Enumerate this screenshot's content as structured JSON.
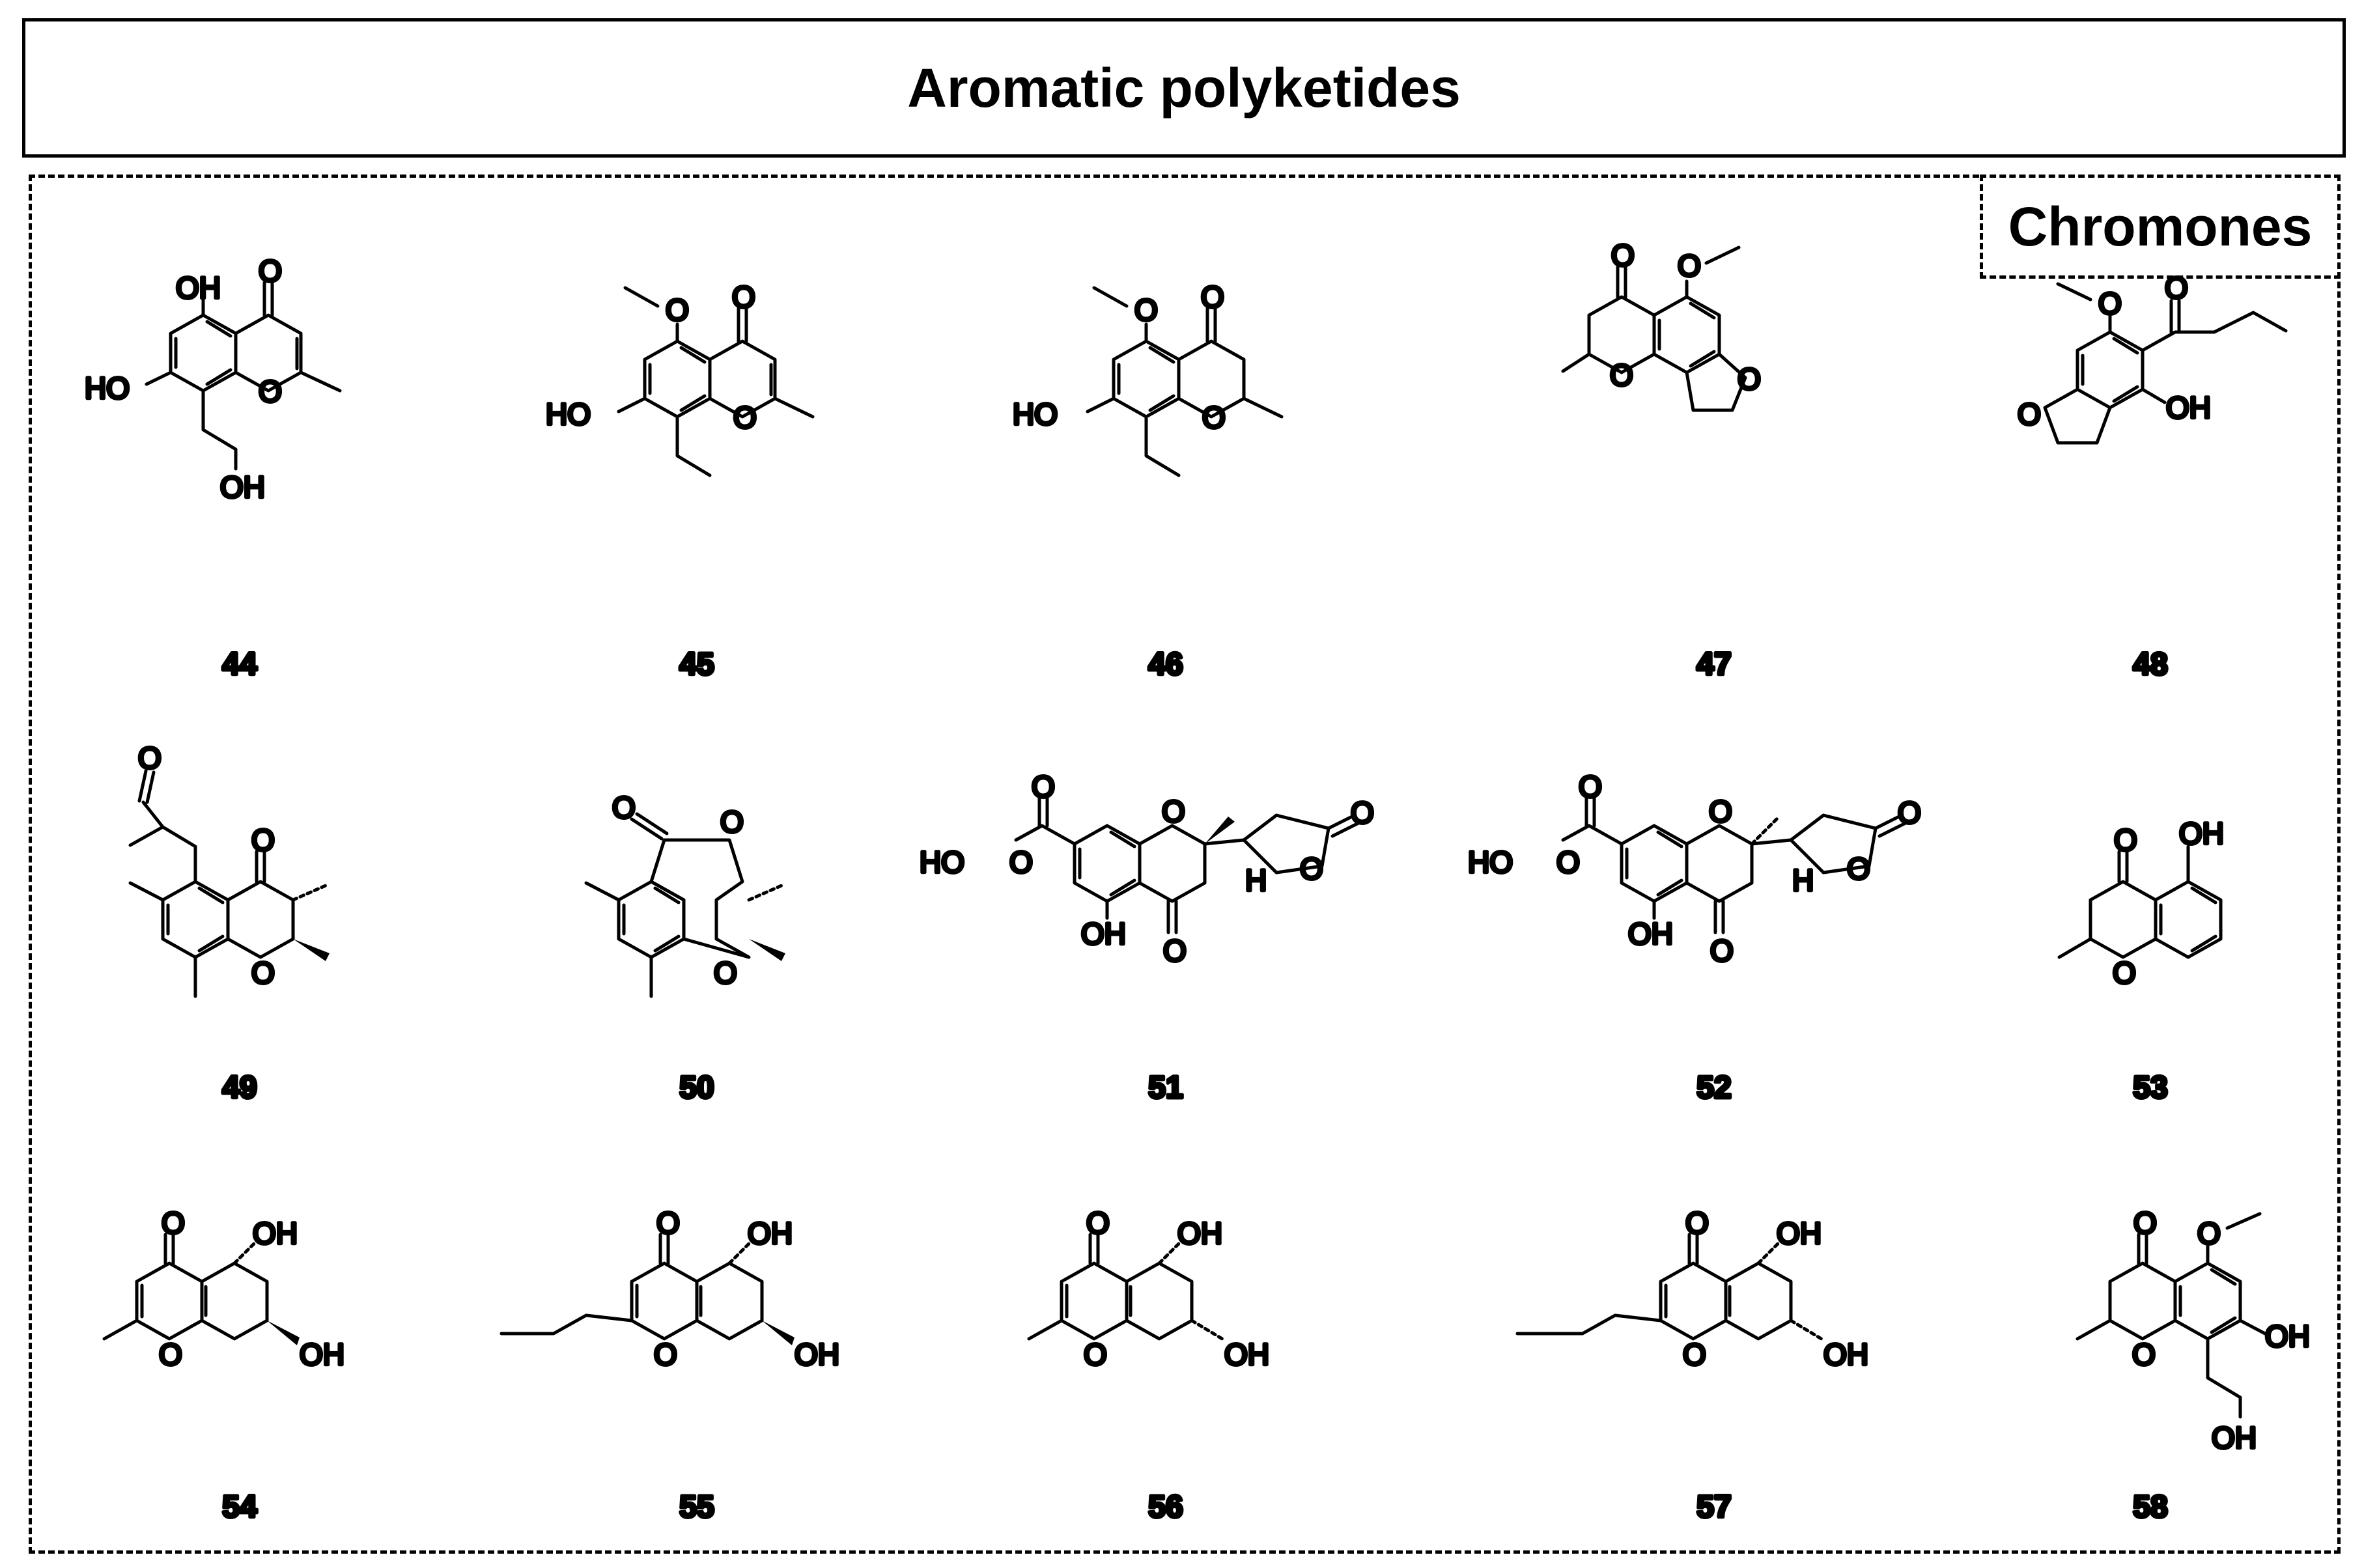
{
  "title": "Aromatic polyketides",
  "section_label": "Chromones",
  "compounds": [
    {
      "id": "44",
      "labels": [
        "OH",
        "O",
        "HO",
        "O",
        "OH"
      ]
    },
    {
      "id": "45",
      "labels": [
        "O",
        "O",
        "HO",
        "O"
      ]
    },
    {
      "id": "46",
      "labels": [
        "O",
        "O",
        "HO",
        "O"
      ]
    },
    {
      "id": "47",
      "labels": [
        "O",
        "O",
        "O",
        "O"
      ]
    },
    {
      "id": "48",
      "labels": [
        "O",
        "O",
        "OH",
        "O"
      ]
    },
    {
      "id": "49",
      "labels": [
        "O",
        "O",
        "O"
      ]
    },
    {
      "id": "50",
      "labels": [
        "O",
        "O",
        "O"
      ]
    },
    {
      "id": "51",
      "labels": [
        "O",
        "HO",
        "O",
        "O",
        "O",
        "H",
        "O",
        "OH",
        "O"
      ]
    },
    {
      "id": "52",
      "labels": [
        "O",
        "HO",
        "O",
        "O",
        "O",
        "H",
        "O",
        "OH",
        "O"
      ]
    },
    {
      "id": "53",
      "labels": [
        "O",
        "OH",
        "O"
      ]
    },
    {
      "id": "54",
      "labels": [
        "O",
        "OH",
        "O",
        "OH"
      ]
    },
    {
      "id": "55",
      "labels": [
        "O",
        "OH",
        "O",
        "OH"
      ]
    },
    {
      "id": "56",
      "labels": [
        "O",
        "OH",
        "O",
        "OH"
      ]
    },
    {
      "id": "57",
      "labels": [
        "O",
        "OH",
        "O",
        "OH"
      ]
    },
    {
      "id": "58",
      "labels": [
        "O",
        "O",
        "O",
        "OH",
        "OH"
      ]
    }
  ]
}
